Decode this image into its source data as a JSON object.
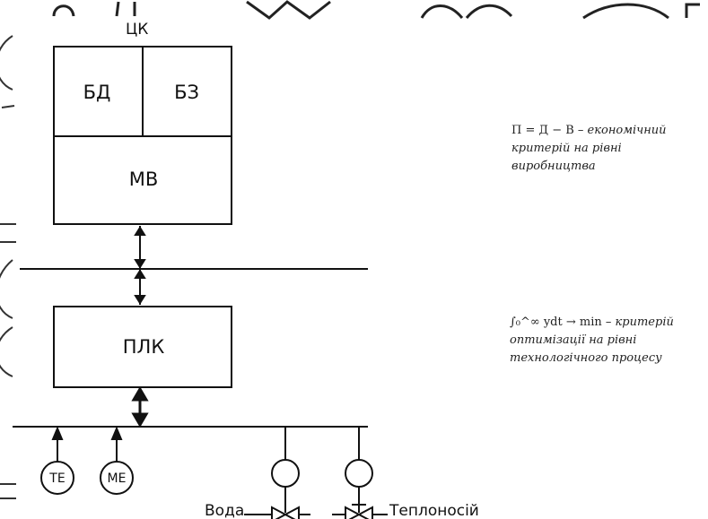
{
  "top_label": "ЦК",
  "blocks": {
    "db": "БД",
    "kb": "БЗ",
    "mv": "МВ",
    "plc": "ПЛК"
  },
  "sensors": {
    "te": "ТЕ",
    "me": "МЕ"
  },
  "valves": {
    "water": "Вода",
    "coolant": "Теплоносій"
  },
  "notes": {
    "economic": {
      "formula": "П = Д − В",
      "text": " – економічний критерій на рівні виробництва"
    },
    "optimization": {
      "formula": "∫₀^∞ ydt → min",
      "text": " – критерій оптимізації на рівні технологічного процесу"
    }
  },
  "colors": {
    "stroke": "#111111",
    "text": "#111111"
  }
}
